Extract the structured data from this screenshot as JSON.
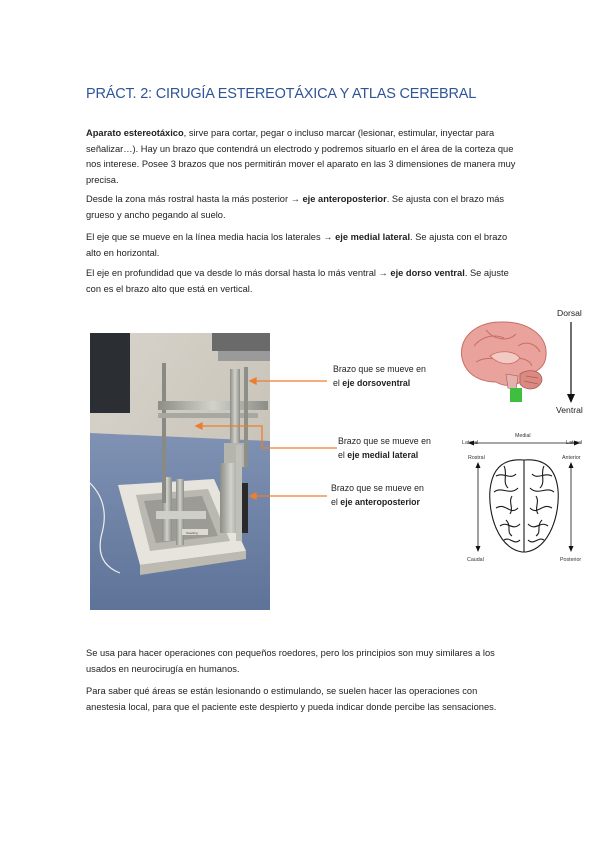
{
  "title": "PRÁCT. 2: CIRUGÍA ESTEREOTÁXICA Y ATLAS CEREBRAL",
  "paragraphs": {
    "p1": {
      "strong": "Aparato estereotáxico",
      "text": ", sirve para cortar, pegar o incluso marcar (lesionar, estimular, inyectar para señalizar…). Hay un brazo que contendrá un electrodo y podremos situarlo en el área de la corteza que nos interese. Posee 3 brazos que nos permitirán mover el aparato en las 3 dimensiones de manera muy precisa."
    },
    "p2": {
      "before": "Desde la zona más rostral hasta la más posterior → ",
      "strong": "eje anteroposterior",
      "after": ". Se ajusta con el brazo más grueso y ancho pegando al suelo."
    },
    "p3": {
      "before": "El eje que se mueve en la línea media hacia los laterales → ",
      "strong": "eje medial lateral",
      "after": ". Se ajusta con el brazo alto en horizontal."
    },
    "p4": {
      "before": "El eje en profundidad que va desde lo más dorsal hasta lo más ventral → ",
      "strong": "eje dorso ventral",
      "after": ". Se ajuste con es el brazo alto que está en vertical."
    },
    "p5": {
      "text": "Se usa para hacer operaciones con pequeños roedores, pero los principios son muy similares a los usados en neurocirugía en humanos."
    },
    "p6": {
      "text": "Para saber qué áreas se están lesionando o estimulando, se suelen hacer las operaciones con anestesia local, para que el paciente este despierto y pueda indicar donde percibe las sensaciones."
    }
  },
  "figure": {
    "labels": [
      {
        "line1": "Brazo que se mueve en",
        "prefix": "el ",
        "strong": "eje dorsoventral"
      },
      {
        "line1": "Brazo que se mueve en",
        "prefix": "el ",
        "strong": "eje medial lateral"
      },
      {
        "line1": "Brazo que se mueve en",
        "prefix": "el ",
        "strong": "eje anteroposterior"
      }
    ],
    "photo_label": "Stoelting",
    "brain_side": {
      "dorsal": "Dorsal",
      "ventral": "Ventral"
    },
    "brain_top": {
      "medial": "Medial",
      "lateral_left": "Lateral",
      "lateral_right": "Lateral",
      "rostral": "Rostral",
      "anterior": "Anterior",
      "caudal": "Caudal",
      "posterior": "Posterior"
    }
  },
  "colors": {
    "title": "#2f5597",
    "arrow": "#ed7d31",
    "brain_pink": "#e9a39c",
    "brainstem_green": "#3fbf3f"
  }
}
